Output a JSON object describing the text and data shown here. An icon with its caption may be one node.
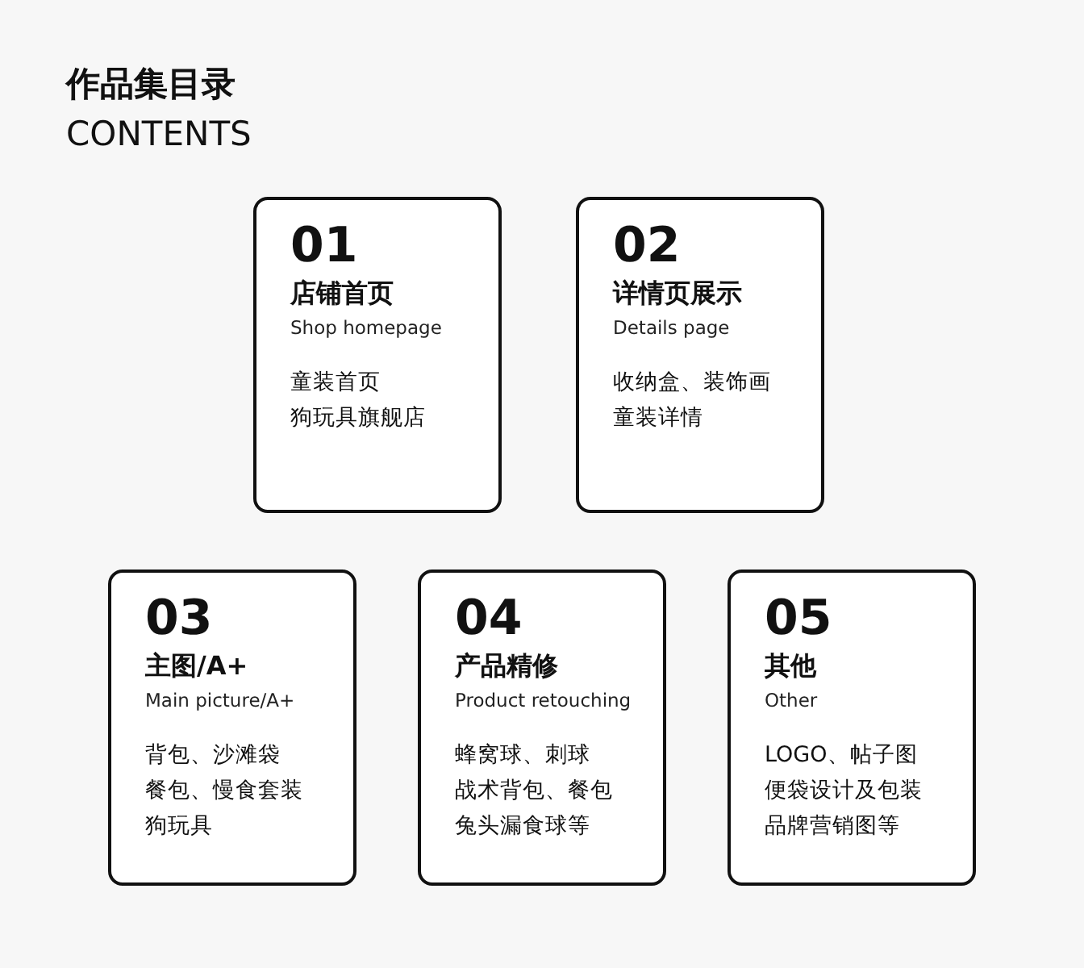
{
  "diagram": {
    "title": "作品集目录",
    "nodes": [
      {
        "text": [
          "01",
          "店铺首页",
          "Shop homepage",
          "童装首页",
          "狗玩具旗舰店"
        ]
      },
      {
        "text": [
          "02",
          "详情页展示",
          "Details page",
          "收纳盒、装饰画",
          "童装详情"
        ]
      },
      {
        "text": [
          "03",
          "主图/A+",
          "Main picture/A+",
          "背包、沙滩袋",
          "餐包、慢食套装",
          "狗玩具"
        ]
      },
      {
        "text": [
          "04",
          "产品精修",
          "Product retouching",
          "蜂窝球、刺球",
          "战术背包、餐包",
          "兔头漏食球等"
        ]
      },
      {
        "text": [
          "05",
          "其他",
          "Other",
          "LOGO、帖子图",
          "便袋设计及包装",
          "品牌营销图等"
        ]
      }
    ],
    "edges": [],
    "labels": [
      "CONTENTS"
    ]
  }
}
